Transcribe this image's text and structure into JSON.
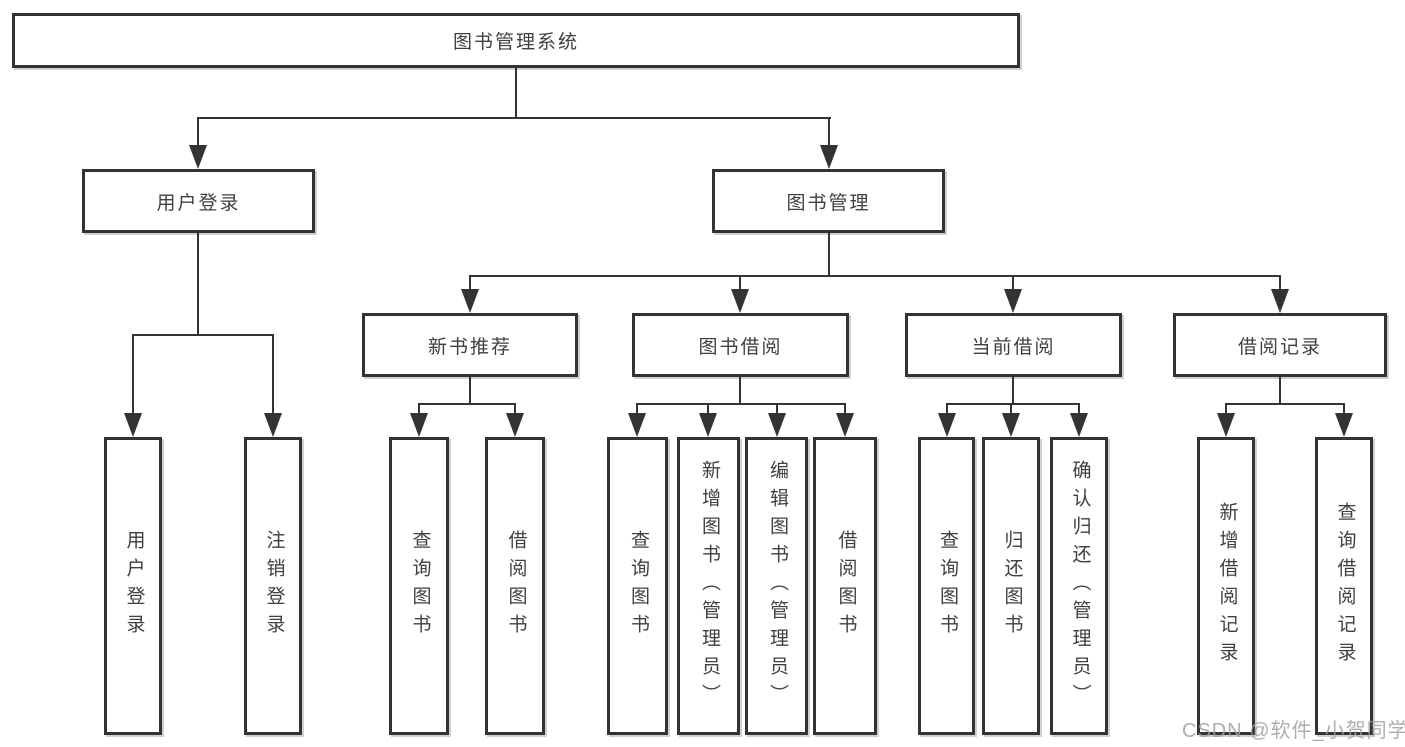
{
  "diagram_type": "hierarchy-tree",
  "colors": {
    "line": "#333333",
    "text": "#404040",
    "watermark": "#a0a0a0",
    "background": "#ffffff"
  },
  "tree": {
    "label": "图书管理系统",
    "children": [
      {
        "label": "用户登录",
        "children": [
          {
            "label": "用户登录"
          },
          {
            "label": "注销登录"
          }
        ]
      },
      {
        "label": "图书管理",
        "children": [
          {
            "label": "新书推荐",
            "children": [
              {
                "label": "查询图书"
              },
              {
                "label": "借阅图书"
              }
            ]
          },
          {
            "label": "图书借阅",
            "children": [
              {
                "label": "查询图书"
              },
              {
                "label": "新增图书（管理员）"
              },
              {
                "label": "编辑图书（管理员）"
              },
              {
                "label": "借阅图书"
              }
            ]
          },
          {
            "label": "当前借阅",
            "children": [
              {
                "label": "查询图书"
              },
              {
                "label": "归还图书"
              },
              {
                "label": "确认归还（管理员）"
              }
            ]
          },
          {
            "label": "借阅记录",
            "children": [
              {
                "label": "新增借阅记录"
              },
              {
                "label": "查询借阅记录"
              }
            ]
          }
        ]
      }
    ]
  },
  "watermark": {
    "text": "CSDN @软件_小贺同学"
  }
}
